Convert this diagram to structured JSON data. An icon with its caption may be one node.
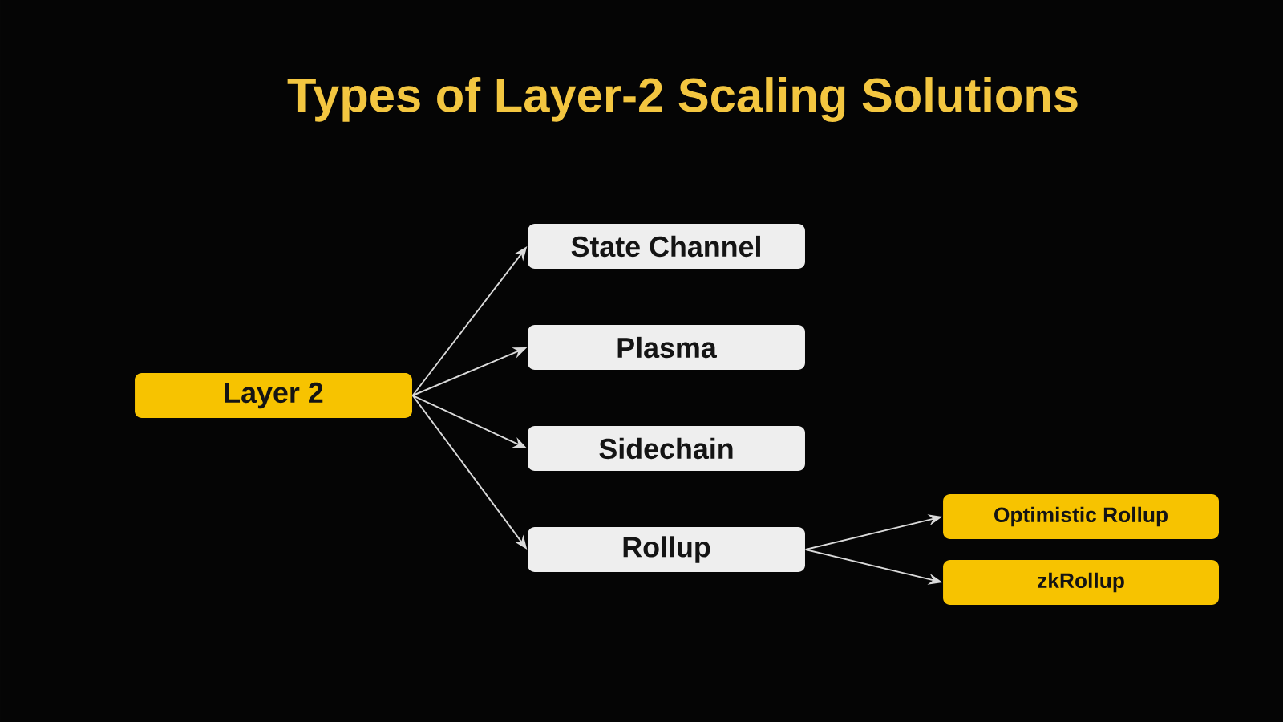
{
  "diagram": {
    "title": "Types of Layer-2 Scaling Solutions",
    "nodes": [
      {
        "text": [
          "Layer 2"
        ]
      },
      {
        "text": [
          "State Channel"
        ]
      },
      {
        "text": [
          "Plasma"
        ]
      },
      {
        "text": [
          "Sidechain"
        ]
      },
      {
        "text": [
          "Rollup"
        ]
      },
      {
        "text": [
          "Optimistic Rollup"
        ]
      },
      {
        "text": [
          "zkRollup"
        ]
      }
    ],
    "edges": [
      {
        "from": 0,
        "to": 1,
        "arrow": "to"
      },
      {
        "from": 0,
        "to": 2,
        "arrow": "to"
      },
      {
        "from": 0,
        "to": 3,
        "arrow": "to"
      },
      {
        "from": 0,
        "to": 4,
        "arrow": "to"
      },
      {
        "from": 4,
        "to": 5,
        "arrow": "to"
      },
      {
        "from": 4,
        "to": 6,
        "arrow": "to"
      }
    ]
  }
}
